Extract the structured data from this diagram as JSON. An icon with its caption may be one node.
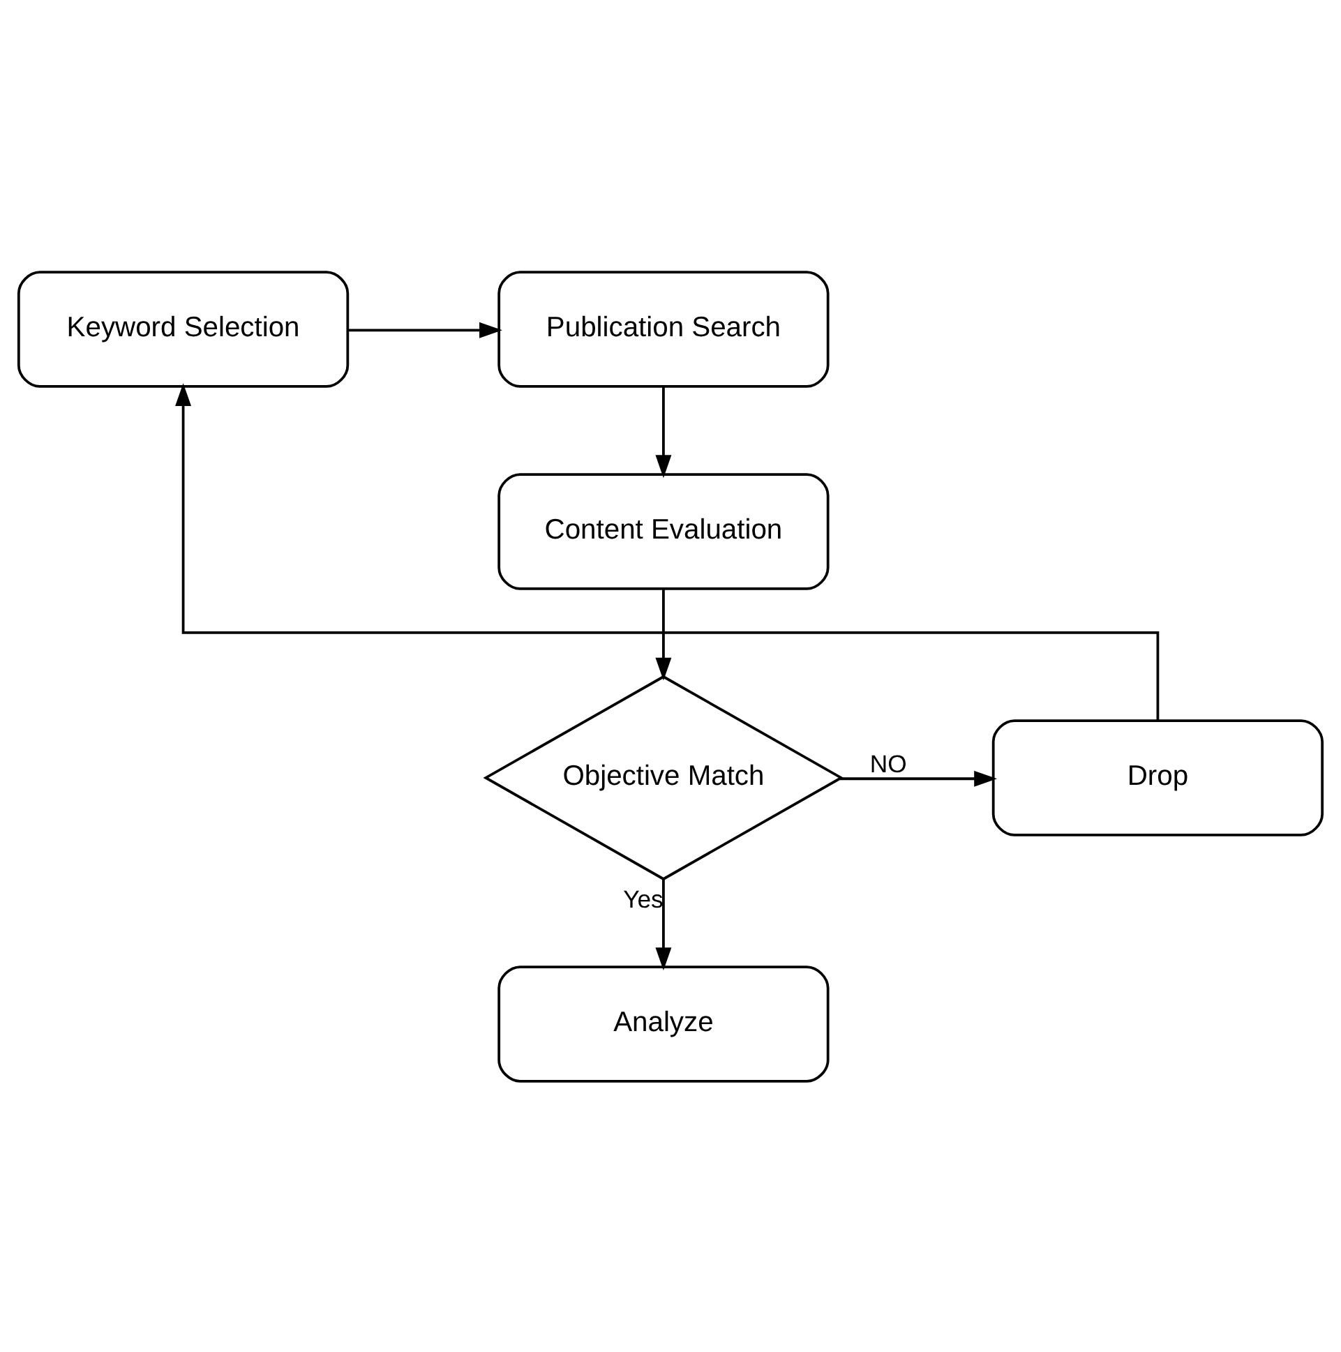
{
  "diagram": {
    "nodes": [
      {
        "text": [
          "Keyword Selection"
        ]
      },
      {
        "text": [
          "Publication Search"
        ]
      },
      {
        "text": [
          "Content Evaluation"
        ]
      },
      {
        "text": [
          "Objective Match"
        ]
      },
      {
        "text": [
          "Drop"
        ]
      },
      {
        "text": [
          "Analyze"
        ]
      }
    ],
    "edges": [
      {
        "from": 0,
        "to": 1,
        "arrow": "to"
      },
      {
        "from": 1,
        "to": 2,
        "arrow": "to"
      },
      {
        "from": 2,
        "to": 3,
        "arrow": "to"
      },
      {
        "from": 3,
        "to": 4,
        "arrow": "to",
        "label": "NO"
      },
      {
        "from": 3,
        "to": 5,
        "arrow": "to",
        "label": "Yes"
      },
      {
        "from": 4,
        "to": 0,
        "arrow": "to"
      }
    ]
  }
}
